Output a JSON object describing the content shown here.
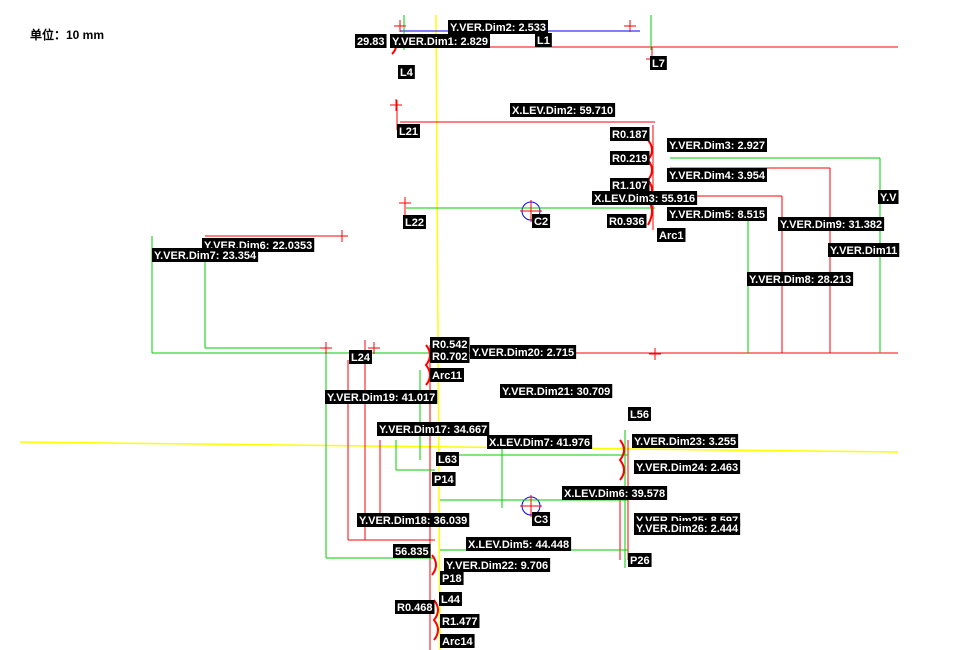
{
  "unit_label": "单位：10 mm",
  "colors": {
    "dimension_red": "#ff0000",
    "dimension_green": "#00cc00",
    "dimension_blue": "#0000ff",
    "centerline_yellow": "#ffff00",
    "label_bg": "#000000",
    "label_text": "#ffffff"
  },
  "labels": [
    "Y.VER.Dim2: 2.533",
    "29.83",
    "Y.VER.Dim1: 2.829",
    "L1",
    "L4",
    "L7",
    "X.LEV.Dim2: 59.710",
    "L21",
    "R0.187",
    "Y.VER.Dim3: 2.927",
    "R0.219",
    "Y.VER.Dim4: 3.954",
    "R1.107",
    "X.LEV.Dim3: 55.916",
    "Y.V",
    "R0.936",
    "Y.VER.Dim5: 8.515",
    "Y.VER.Dim9: 31.382",
    "L22",
    "C2",
    "Arc1",
    "Y.VER.Dim6: 22.0353",
    "Y.VER.Dim7: 23.354",
    "Y.VER.Dim11",
    "Y.VER.Dim8: 28.213",
    "R0.542",
    "R0.702",
    "Y.VER.Dim20: 2.715",
    "L24",
    "Arc11",
    "Y.VER.Dim19: 41.017",
    "Y.VER.Dim21: 30.709",
    "L56",
    "Y.VER.Dim17: 34.667",
    "X.LEV.Dim7: 41.976",
    "Y.VER.Dim23: 3.255",
    "L63",
    "Y.VER.Dim24: 2.463",
    "P14",
    "X.LEV.Dim6: 39.578",
    "Y.VER.Dim18: 36.039",
    "C3",
    "Y.VER.Dim25: 8.597",
    "Y.VER.Dim26: 2.444",
    "56.835",
    "X.LEV.Dim5: 44.448",
    "P26",
    "Y.VER.Dim22: 9.706",
    "P18",
    "L44",
    "R0.468",
    "R1.477",
    "Arc14"
  ]
}
